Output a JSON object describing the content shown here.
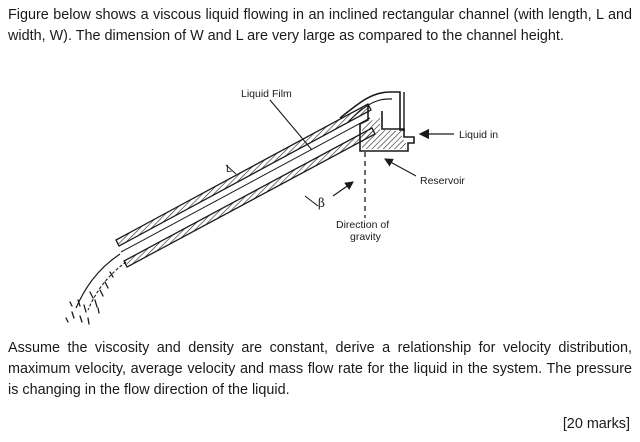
{
  "intro_text": "Figure below shows a viscous liquid flowing in an inclined rectangular channel (with length, L and width, W). The dimension of W and L are very large as compared to the channel height.",
  "figure": {
    "labels": {
      "liquid_film": "Liquid Film",
      "length": "L",
      "liquid_in": "Liquid in",
      "reservoir": "Reservoir",
      "angle": "β",
      "gravity_line1": "Direction of",
      "gravity_line2": "gravity"
    }
  },
  "question_text": "Assume the viscosity and density are constant, derive a relationship for velocity distribution, maximum velocity, average velocity and mass flow rate for the liquid in the system. The pressure is changing in the flow direction of the liquid.",
  "marks": "[20 marks]"
}
